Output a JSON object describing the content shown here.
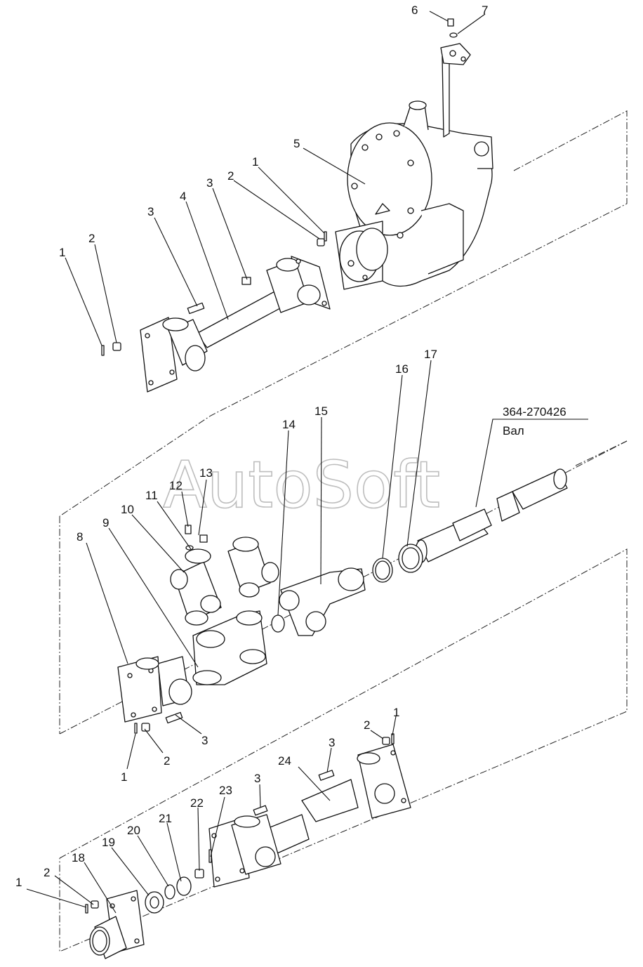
{
  "watermark": "AutoSoft",
  "part_label": {
    "code": "364-270426",
    "name": "Вал"
  },
  "callouts": [
    {
      "id": "c6",
      "text": "6"
    },
    {
      "id": "c7",
      "text": "7"
    },
    {
      "id": "c5",
      "text": "5"
    },
    {
      "id": "c1a",
      "text": "1"
    },
    {
      "id": "c2a",
      "text": "2"
    },
    {
      "id": "c3a",
      "text": "3"
    },
    {
      "id": "c4",
      "text": "4"
    },
    {
      "id": "c3b",
      "text": "3"
    },
    {
      "id": "c2b",
      "text": "2"
    },
    {
      "id": "c1b",
      "text": "1"
    },
    {
      "id": "c16",
      "text": "16"
    },
    {
      "id": "c17",
      "text": "17"
    },
    {
      "id": "c15",
      "text": "15"
    },
    {
      "id": "c14",
      "text": "14"
    },
    {
      "id": "c13",
      "text": "13"
    },
    {
      "id": "c12",
      "text": "12"
    },
    {
      "id": "c11",
      "text": "11"
    },
    {
      "id": "c10",
      "text": "10"
    },
    {
      "id": "c9",
      "text": "9"
    },
    {
      "id": "c8",
      "text": "8"
    },
    {
      "id": "c3c",
      "text": "3"
    },
    {
      "id": "c2c",
      "text": "2"
    },
    {
      "id": "c1c",
      "text": "1"
    },
    {
      "id": "c1d",
      "text": "1"
    },
    {
      "id": "c2d",
      "text": "2"
    },
    {
      "id": "c3d",
      "text": "3"
    },
    {
      "id": "c24",
      "text": "24"
    },
    {
      "id": "c3e",
      "text": "3"
    },
    {
      "id": "c22",
      "text": "22"
    },
    {
      "id": "c23",
      "text": "23"
    },
    {
      "id": "c21",
      "text": "21"
    },
    {
      "id": "c20",
      "text": "20"
    },
    {
      "id": "c19",
      "text": "19"
    },
    {
      "id": "c18",
      "text": "18"
    },
    {
      "id": "c2e",
      "text": "2"
    },
    {
      "id": "c1e",
      "text": "1"
    }
  ]
}
